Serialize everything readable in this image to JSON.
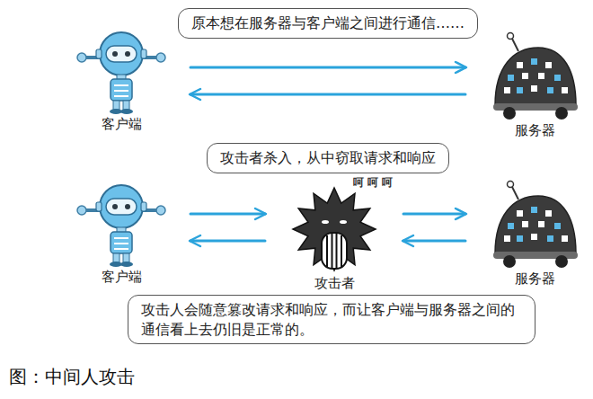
{
  "diagram": {
    "caption": "图：中间人攻击",
    "nodes": [
      {
        "text": [
          "原本想在服务器与客户端之间进行通信……"
        ]
      },
      {
        "text": [
          "客户端"
        ]
      },
      {
        "text": [
          "服务器"
        ]
      },
      {
        "text": [
          "攻击者杀入，从中窃取请求和响应"
        ]
      },
      {
        "text": [
          "客户端"
        ]
      },
      {
        "text": [
          "攻击者"
        ]
      },
      {
        "text": [
          "服务器"
        ]
      },
      {
        "text": [
          "攻击人会随意篡改请求和响应，而让客户端与服务器之间的通信看上去仍旧是正常的。"
        ]
      }
    ],
    "edges": [
      {
        "from": 1,
        "to": 2,
        "arrow": "to"
      },
      {
        "from": 2,
        "to": 1,
        "arrow": "to"
      },
      {
        "from": 4,
        "to": 5,
        "arrow": "to"
      },
      {
        "from": 5,
        "to": 4,
        "arrow": "to"
      },
      {
        "from": 5,
        "to": 6,
        "arrow": "to"
      },
      {
        "from": 6,
        "to": 5,
        "arrow": "to"
      }
    ],
    "labels": [
      "呵 呵 呵"
    ]
  }
}
